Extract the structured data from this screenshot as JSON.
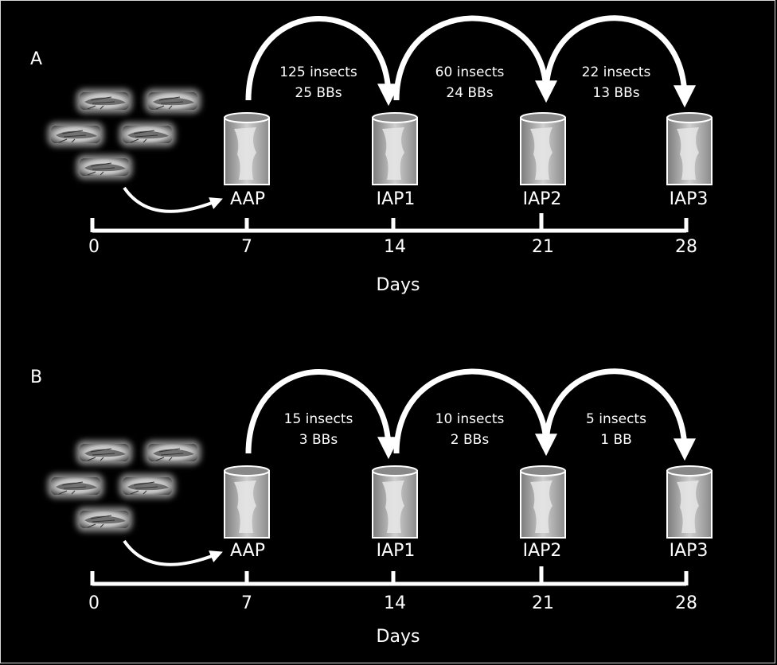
{
  "panels": [
    {
      "label": "A",
      "stages": [
        "AAP",
        "IAP1",
        "IAP2",
        "IAP3"
      ],
      "transfers": [
        {
          "insects": "125 insects",
          "bbs": "25 BBs"
        },
        {
          "insects": "60 insects",
          "bbs": "24 BBs"
        },
        {
          "insects": "22 insects",
          "bbs": "13 BBs"
        }
      ],
      "ticks": [
        "0",
        "7",
        "14",
        "21",
        "28"
      ],
      "axis_label": "Days"
    },
    {
      "label": "B",
      "stages": [
        "AAP",
        "IAP1",
        "IAP2",
        "IAP3"
      ],
      "transfers": [
        {
          "insects": "15 insects",
          "bbs": "3 BBs"
        },
        {
          "insects": "10 insects",
          "bbs": "2 BBs"
        },
        {
          "insects": "5 insects",
          "bbs": "1 BB"
        }
      ],
      "ticks": [
        "0",
        "7",
        "14",
        "21",
        "28"
      ],
      "axis_label": "Days"
    }
  ]
}
